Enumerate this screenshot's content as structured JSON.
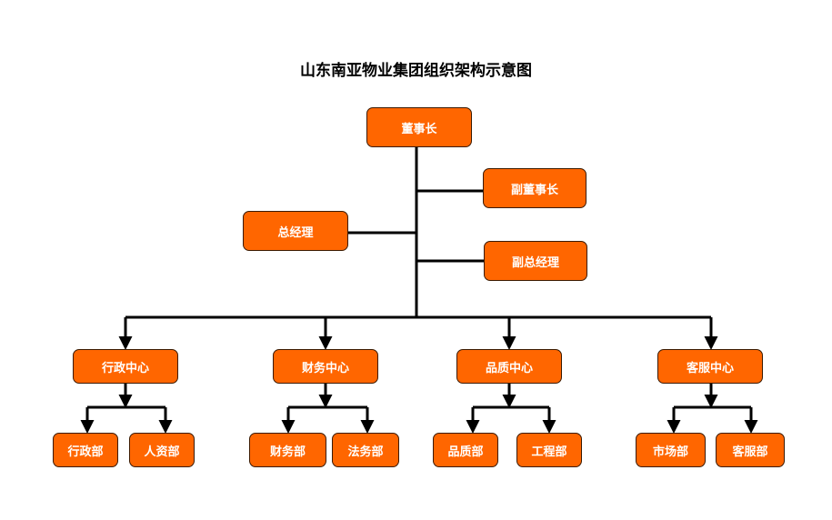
{
  "title": "山东南亚物业集团组织架构示意图",
  "colors": {
    "box_fill": "#ff6600",
    "box_border": "#3a1a00",
    "text": "#ffffff",
    "line": "#000000"
  },
  "nodes": {
    "chairman": "董事长",
    "vice_chairman": "副董事长",
    "general_manager": "总经理",
    "deputy_general_manager": "副总经理",
    "centers": [
      {
        "name": "行政中心",
        "departments": [
          "行政部",
          "人资部"
        ]
      },
      {
        "name": "财务中心",
        "departments": [
          "财务部",
          "法务部"
        ]
      },
      {
        "name": "品质中心",
        "departments": [
          "品质部",
          "工程部"
        ]
      },
      {
        "name": "客服中心",
        "departments": [
          "市场部",
          "客服部"
        ]
      }
    ]
  }
}
